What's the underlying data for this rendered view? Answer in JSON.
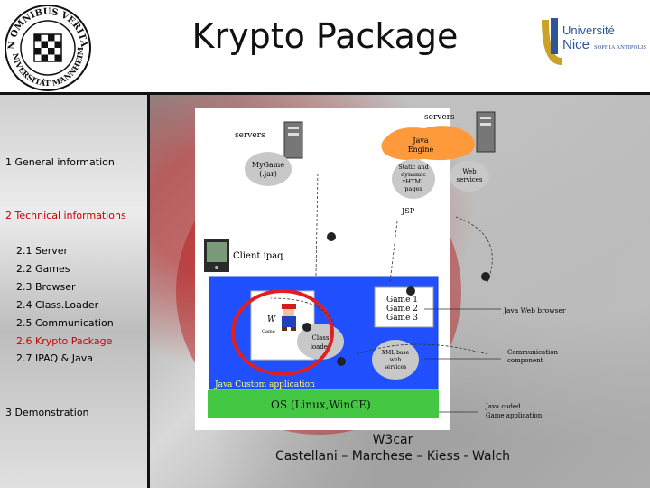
{
  "title": "Krypto Package",
  "seal": {
    "text_top": "IN OMNIBUS VERITAS",
    "text_bottom": "UNIVERSITÄT MANNHEIM"
  },
  "logo": {
    "name_line1": "Université",
    "name_line2": "Nice",
    "subtitle": "SOPHIA ANTIPOLIS",
    "colors": {
      "blue": "#2f5597",
      "gold": "#c9a227"
    }
  },
  "nav": [
    {
      "label": "1 General information",
      "active": false
    },
    {
      "label": "2 Technical informations",
      "active": true
    },
    {
      "label": "2.1 Server",
      "active": false
    },
    {
      "label": "2.2 Games",
      "active": false
    },
    {
      "label": "2.3 Browser",
      "active": false
    },
    {
      "label": "2.4 Class.Loader",
      "active": false
    },
    {
      "label": "2.5 Communication",
      "active": false
    },
    {
      "label": "2.6 Krypto Package",
      "active": true
    },
    {
      "label": "2.7 IPAQ & Java",
      "active": false
    },
    {
      "label": "3 Demonstration",
      "active": false
    }
  ],
  "diagram": {
    "servers_left": "servers",
    "servers_right": "servers",
    "mygame_1": "MyGame",
    "mygame_2": "(.jar)",
    "java_engine_1": "Java",
    "java_engine_2": "Engine",
    "static_1": "Static and",
    "static_2": "dynamic",
    "static_3": "xHTML",
    "static_4": "pages",
    "web_services_1": "Web",
    "web_services_2": "services",
    "jsp": "JSP",
    "client_label": "Client ipaq",
    "game_1": "Game 1",
    "game_2": "Game 2",
    "game_3": "Game 3",
    "java_web_browser": "Java Web browser",
    "w_label": "W",
    "game_small": "Game",
    "class_1": "Class",
    "class_2": "loader",
    "xml_1": "XML base",
    "xml_2": "web",
    "xml_3": "services",
    "communication_1": "Communication",
    "communication_2": "component",
    "custom_app": "Java Custom application",
    "os_label": "OS (Linux,WinCE)",
    "java_coded_1": "Java coded",
    "java_coded_2": "Game application",
    "colors": {
      "blue": "#2050ff",
      "green": "#44c844",
      "orange": "#ff9a3c",
      "red": "#e02020"
    }
  },
  "footer": {
    "line1": "W3car",
    "line2": "Castellani – Marchese – Kiess - Walch"
  }
}
